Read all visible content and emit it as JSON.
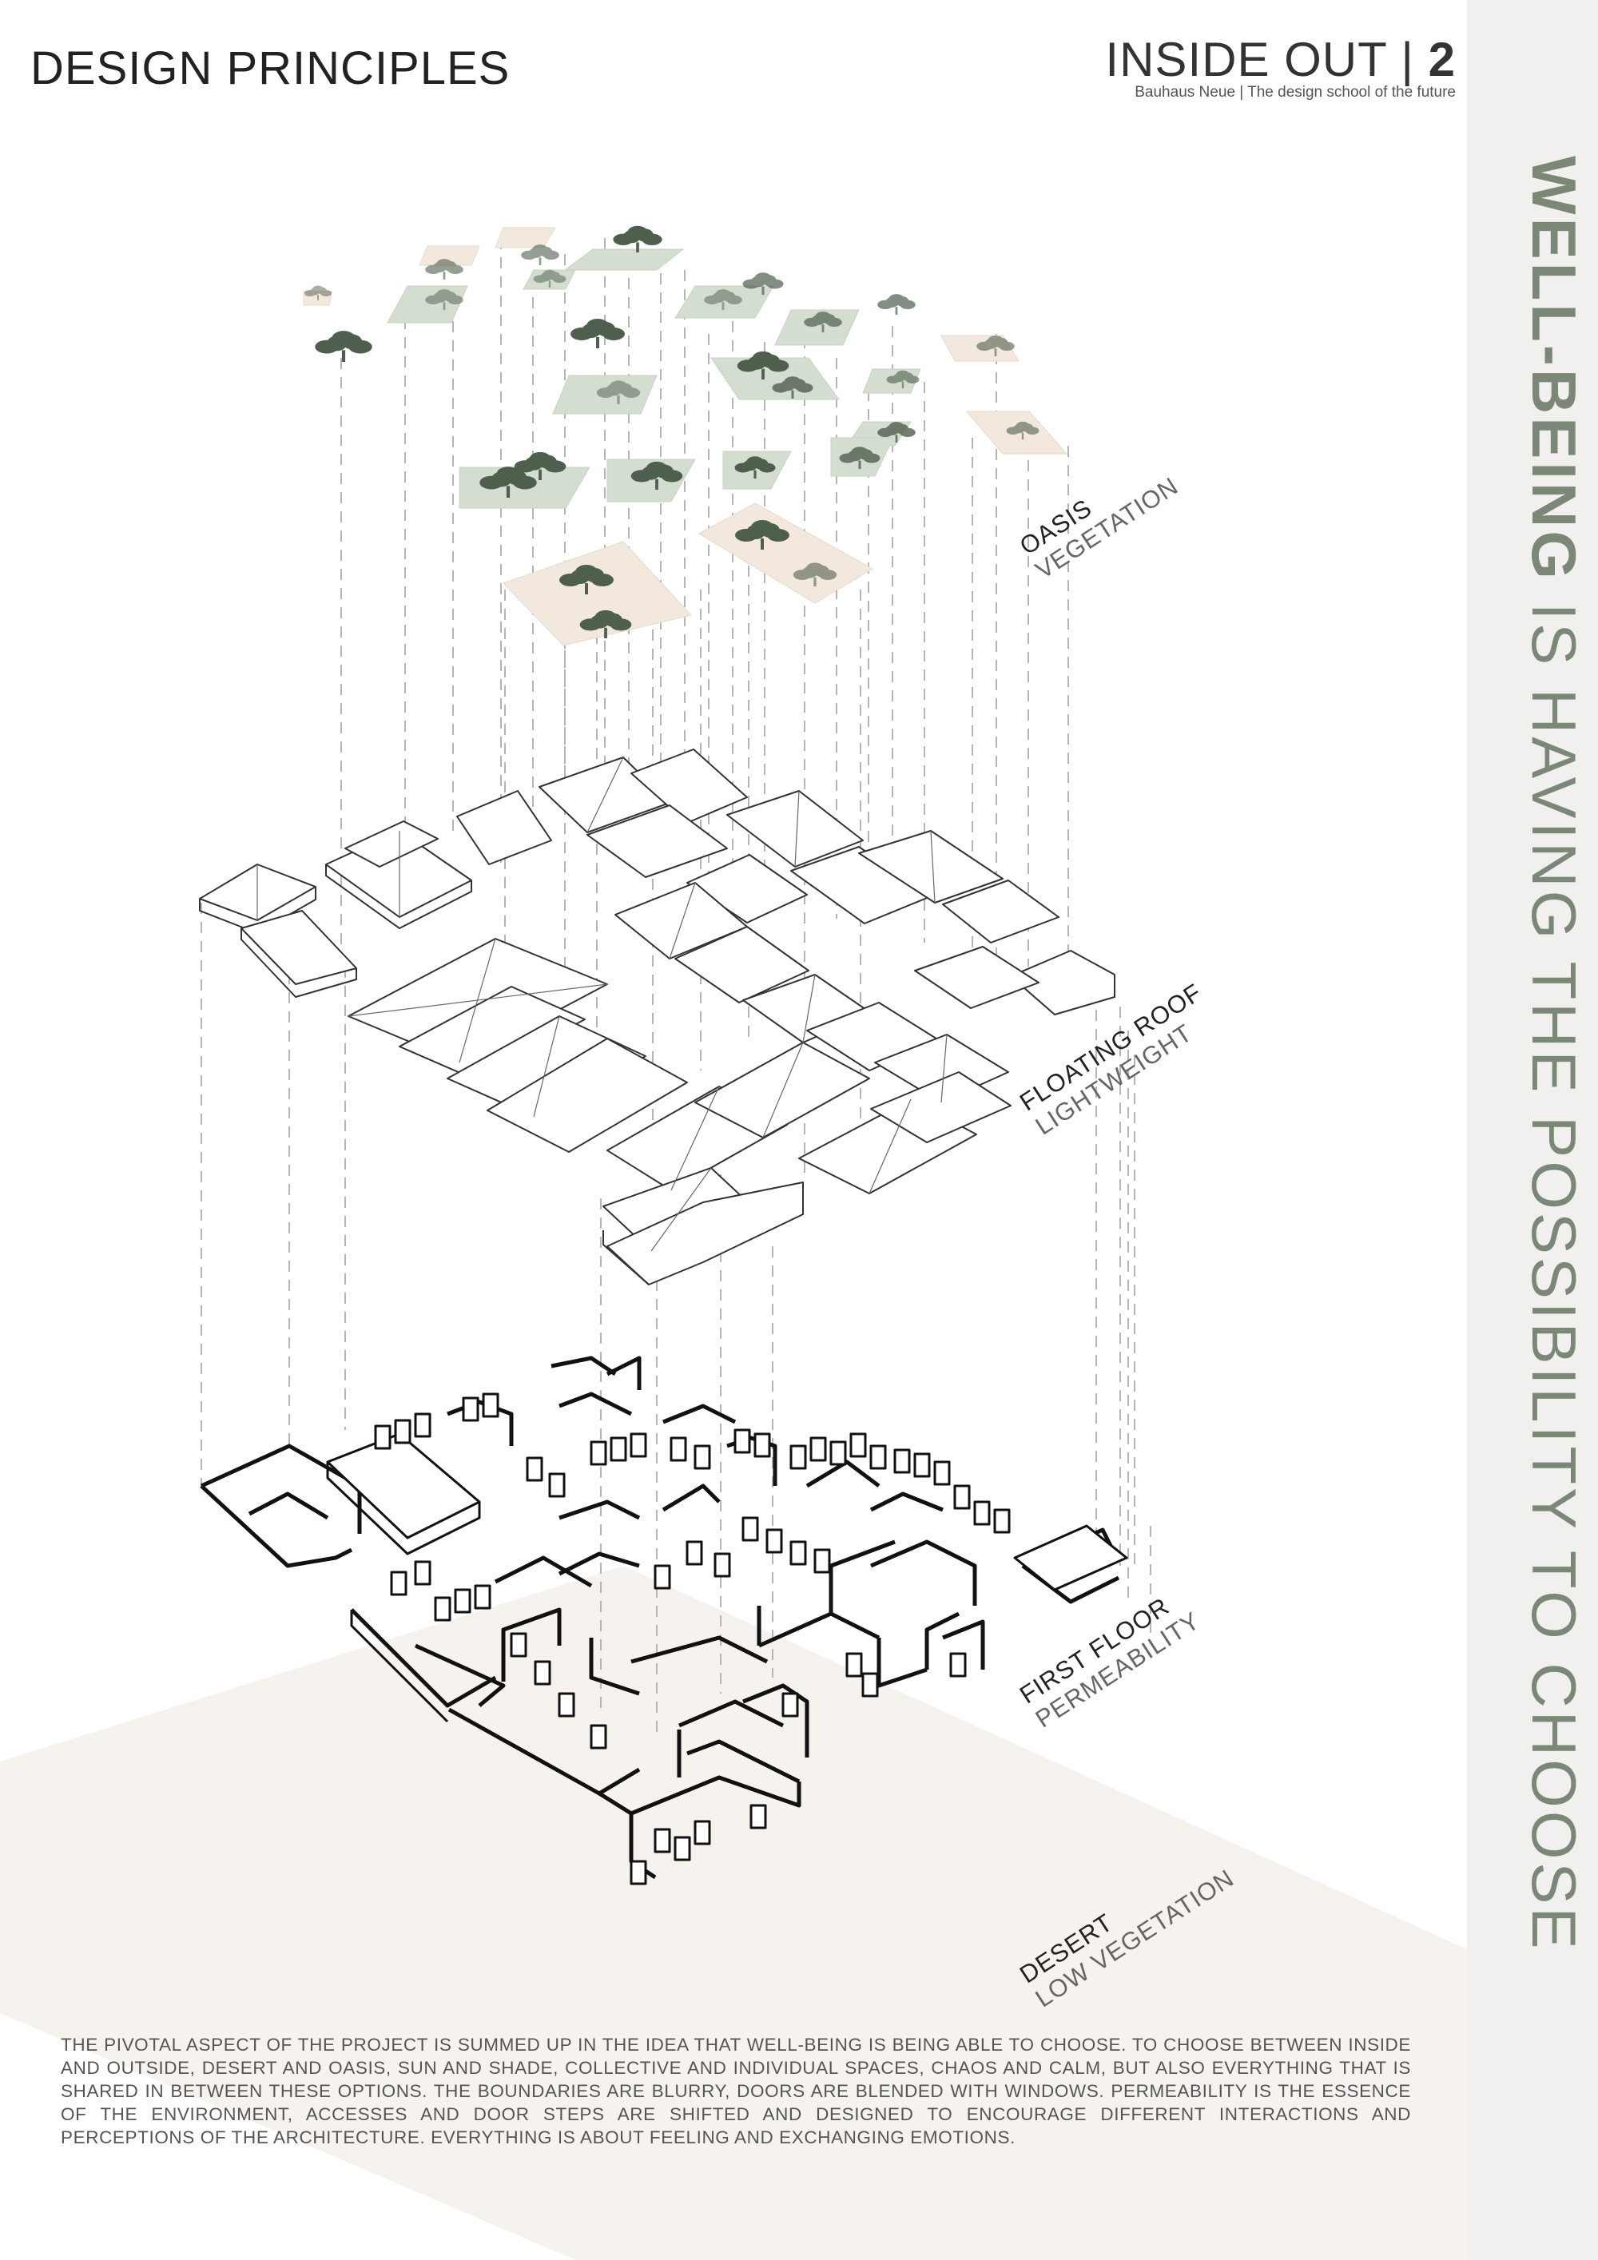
{
  "header": {
    "page_title": "DESIGN PRINCIPLES",
    "brand_name": "INSIDE OUT | ",
    "page_number": "2",
    "brand_subtitle": "Bauhaus Neue | The design school of the future"
  },
  "sidebar": {
    "statement_bold": "WELL-BEING",
    "statement_rest": " IS HAVING THE POSSIBILITY TO CHOOSE"
  },
  "layers": [
    {
      "title": "OASIS",
      "subtitle": "VEGETATION"
    },
    {
      "title": "FLOATING ROOF",
      "subtitle": "LIGHTWEIGHT"
    },
    {
      "title": "FIRST FLOOR",
      "subtitle": "PERMEABILITY"
    },
    {
      "title": "DESERT",
      "subtitle": "LOW VEGETATION"
    }
  ],
  "description": "The pivotal aspect of the project is summed up in the idea that well-being is being able to choose. To choose between inside and outside, desert and oasis, sun and shade, collective and individual spaces, chaos and calm, but also everything that is shared in between these options. The boundaries are blurry, doors are blended with windows. Permeability is the essence of the environment, accesses and door steps are shifted and designed to encourage different interactions and perceptions of the architecture. Everything is about feeling and exchanging emotions.",
  "colors": {
    "sidebar_bg": "#f1f0ee",
    "sidebar_text": "#7c8877",
    "green_patch": "#d3ddd0",
    "sand_patch": "#f3e8dd",
    "tree": "#4f5f4e",
    "desert_ground": "#f6f3ee"
  }
}
